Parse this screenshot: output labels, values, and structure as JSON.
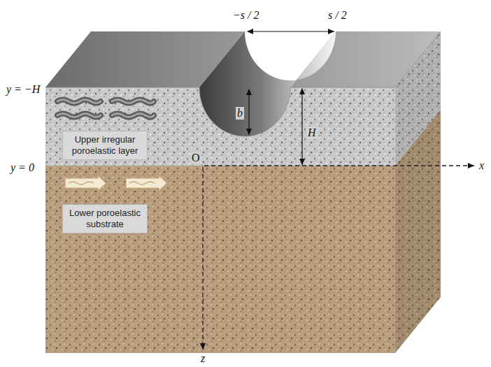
{
  "diagram": {
    "nodes": [
      {
        "text": [
          "Upper irregular poroelastic layer"
        ]
      },
      {
        "text": [
          "Lower poroelastic substrate"
        ]
      }
    ],
    "labels": [
      "−s / 2",
      "s / 2",
      "y = −H",
      "b",
      "H",
      "y = 0",
      "O",
      "x",
      "z"
    ]
  }
}
